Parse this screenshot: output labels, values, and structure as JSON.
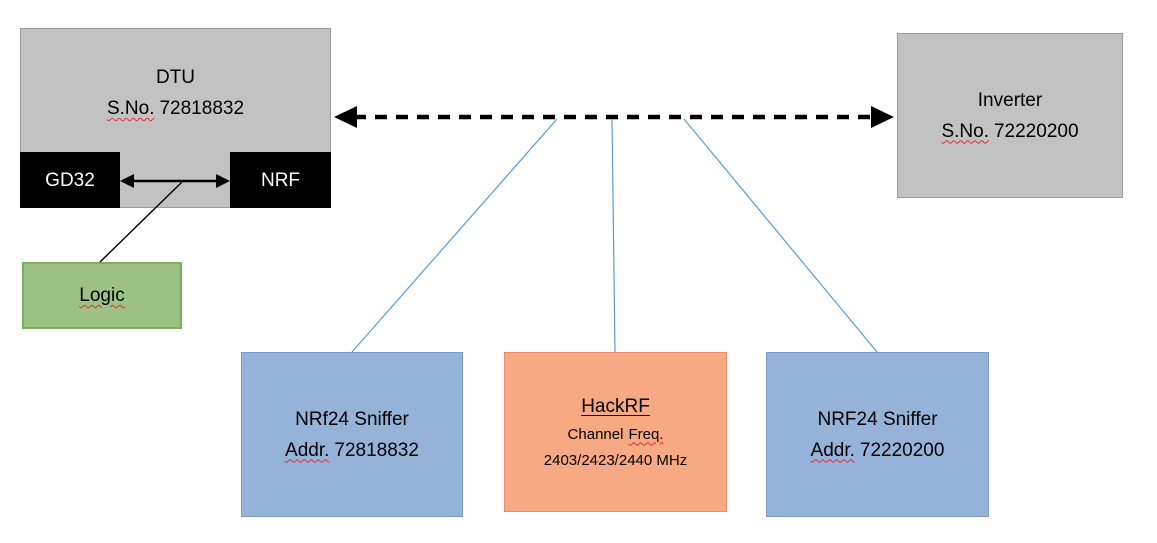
{
  "diagram": {
    "dtu": {
      "title": "DTU",
      "serial_label": "S.No.",
      "serial_value": "72818832"
    },
    "gd32": {
      "label": "GD32"
    },
    "nrf": {
      "label": "NRF"
    },
    "logic": {
      "label": "Logic"
    },
    "inverter": {
      "title": "Inverter",
      "serial_label": "S.No.",
      "serial_value": "72220200"
    },
    "sniffer_left": {
      "title": "NRf24 Sniffer",
      "addr_label": "Addr.",
      "addr_value": "72818832"
    },
    "hackrf": {
      "title": "HackRF",
      "freq_word1": "Channel",
      "freq_word2": "Freq.",
      "freq_values": "2403/2423/2440 MHz"
    },
    "sniffer_right": {
      "title": "NRF24 Sniffer",
      "addr_label": "Addr.",
      "addr_value": "72220200"
    }
  },
  "colors": {
    "gray_fill": "#c2c2c2",
    "black_fill": "#000000",
    "green_fill": "#9dc184",
    "blue_fill": "#95b3d8",
    "orange_fill": "#f6a983",
    "connector_blue": "#5b9bd5",
    "arrow_black": "#000000",
    "spellcheck_red": "#e03030"
  }
}
